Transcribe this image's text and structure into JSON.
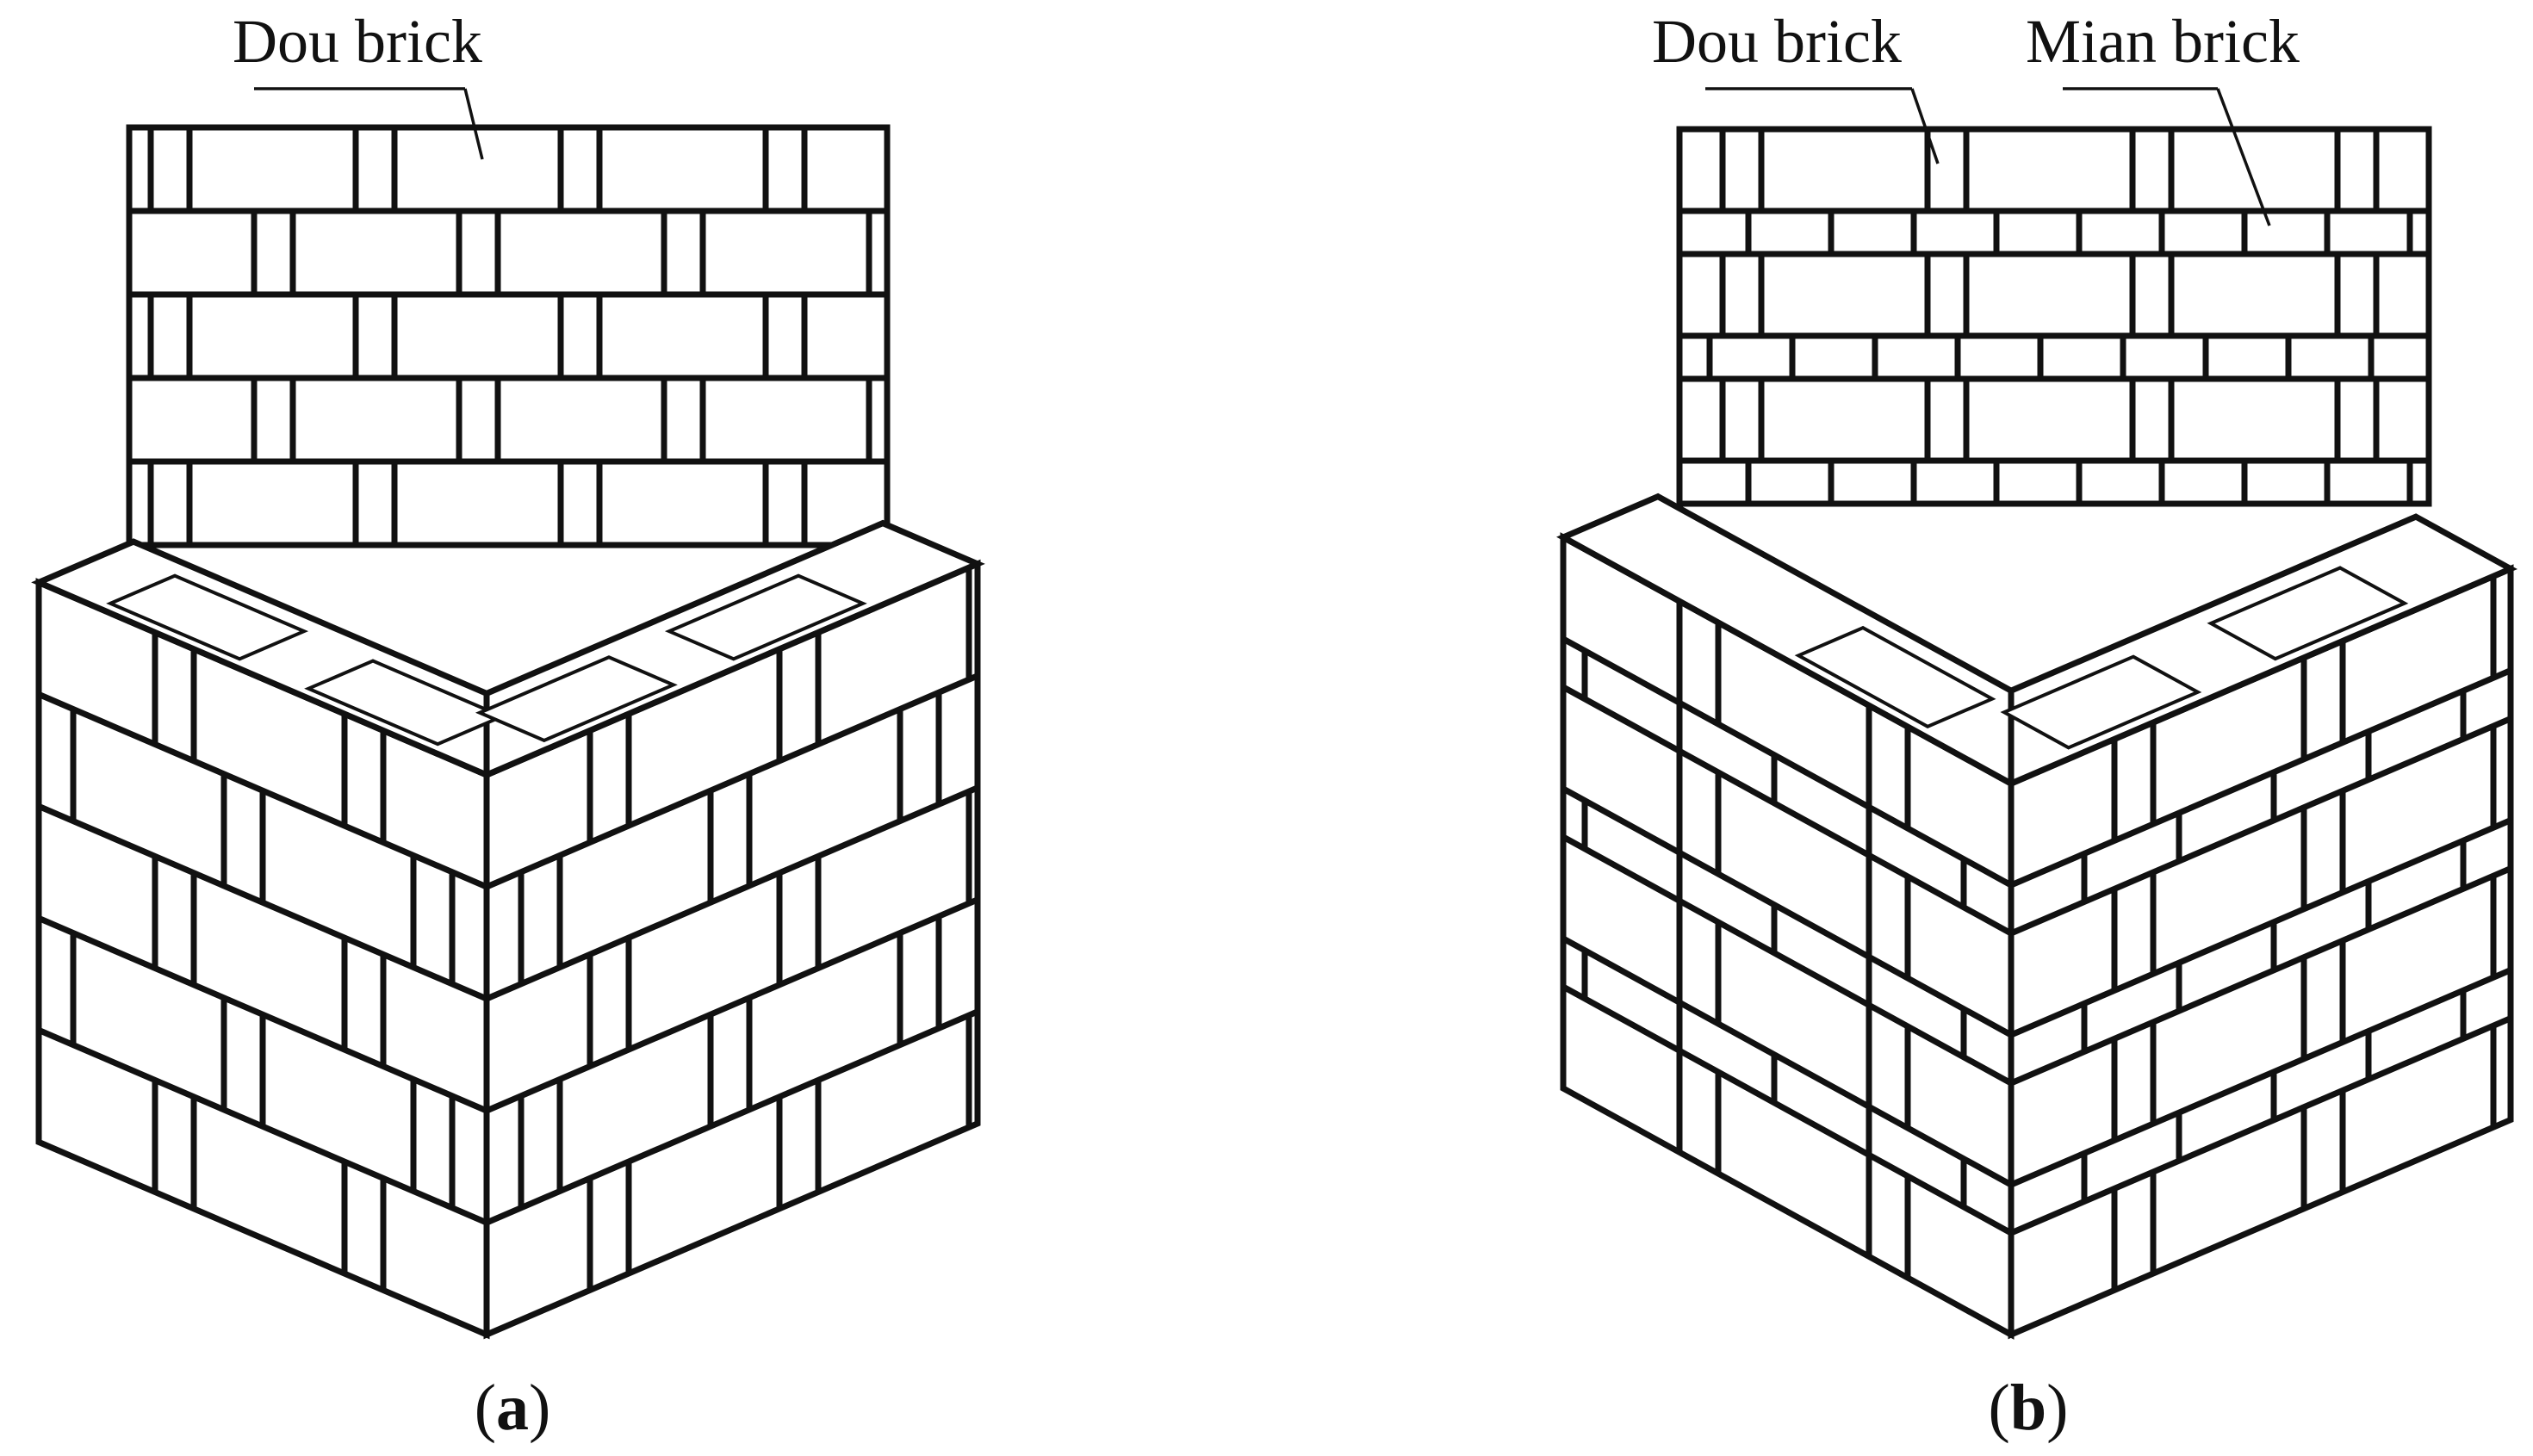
{
  "labels": {
    "a_dou": "Dou brick",
    "b_dou": "Dou brick",
    "b_mian": "Mian brick"
  },
  "captions": {
    "a_open": "(",
    "a_letter": "a",
    "a_close": ")",
    "b_open": "(",
    "b_letter": "b",
    "b_close": ")"
  },
  "colors": {
    "line": "#111111",
    "background": "#ffffff"
  }
}
